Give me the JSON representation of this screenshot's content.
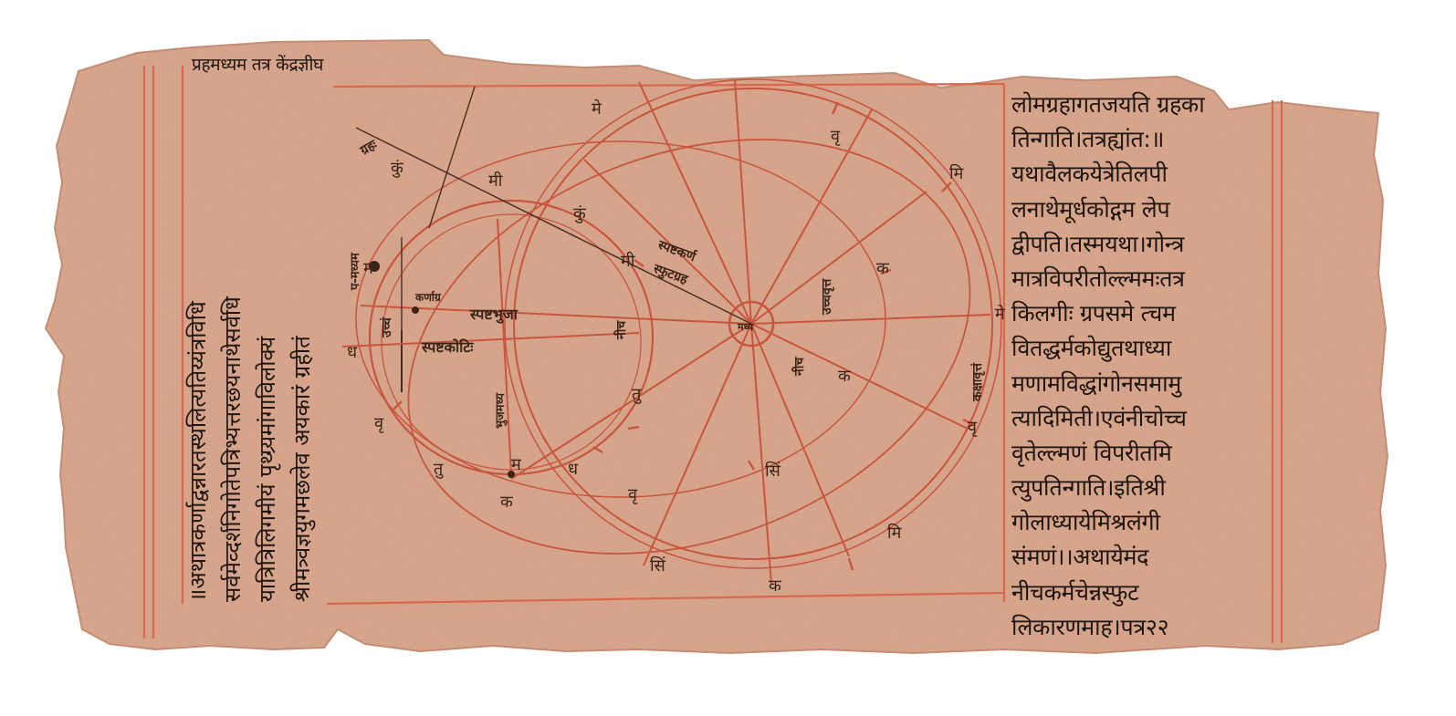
{
  "manuscript": {
    "colors": {
      "paper": "#d8a68c",
      "paper_shadow": "#c99279",
      "rule_red": "#d9684e",
      "ink": "#1f1510",
      "diagram_red": "#c8553d"
    },
    "top_left_header": "प्रहमध्यम तत्र केंद्रज्ञीघ",
    "left_column_lines": [
      "॥अथात्रकर्णाद्वन्नारतस्थलित्यतिय्यंत्रविधि",
      "सर्वमेव्दर्शनिगोतेपत्रिभ्यत्तरछयनाथेसर्वधि",
      "यात्रित्रिलिगमीयं पृथ्ग्र्यमांगाविलोक्यं",
      "श्रीमत्र्वज्ञयुगमछलेव अयकारं ग्रहीतं"
    ],
    "right_column_lines": [
      "लोमग्रहागतजयति ग्रहका",
      "तिन्गाति।तत्रह्यांत:॥",
      "यथावैलकयेत्रेतिलपी",
      "लनाथेमूर्धकोद्गम लेप",
      "द्वीपति।तस्मयथा।गोन्त्र",
      "मात्रविपरीतोल्ल्ममःतत्र",
      "किलगीः ग्रपसमे त्चम",
      "वितद्धर्मकोद्युतथाध्या",
      "मणामविद्धांगोनसमामु",
      "त्यादिमिती।एवंनीचोच्च",
      "वृतेल्ल्मणं विपरीतमि",
      "त्युपतिन्गाति।इतिश्री",
      "गोलाध्यायेमिश्रलंगी",
      "संमणं।।अथायेमंद",
      "नीचकर्मचेन्नस्फुट",
      "लिकारणमाह।पत्र२२"
    ],
    "diagram_labels": [
      {
        "id": "center",
        "text": "मध्य"
      },
      {
        "id": "sphuta-koti",
        "text": "स्पष्टकोटिः"
      },
      {
        "id": "sphuta-bhuja",
        "text": "स्पष्टभुजा"
      },
      {
        "id": "karna-a",
        "text": "कर्णाग्र"
      },
      {
        "id": "ucca-vrtta",
        "text": "उच्चवृत्त"
      },
      {
        "id": "kaksa-vrtta",
        "text": "कक्षावृत्तं"
      },
      {
        "id": "madhyama",
        "text": "प-मध्यम"
      },
      {
        "id": "ucca",
        "text": "उच्चं"
      },
      {
        "id": "nica-1",
        "text": "नीच"
      },
      {
        "id": "nica-2",
        "text": "नीच"
      },
      {
        "id": "sphuta-karna",
        "text": "स्पष्टकर्ण"
      },
      {
        "id": "sphuta-graha",
        "text": "स्फुटग्रह"
      },
      {
        "id": "bhuja",
        "text": "भुजमध्य"
      },
      {
        "id": "nica-top",
        "text": "ग्रहः"
      }
    ],
    "rim_syllables": [
      "मे",
      "वृ",
      "मि",
      "क",
      "सिं",
      "क",
      "तु",
      "वृ",
      "ध",
      "म",
      "कुं",
      "मी",
      "मे",
      "वृ",
      "मि",
      "क",
      "सिं",
      "क",
      "तु",
      "वृ",
      "ध",
      "म",
      "कुं",
      "मी"
    ]
  }
}
